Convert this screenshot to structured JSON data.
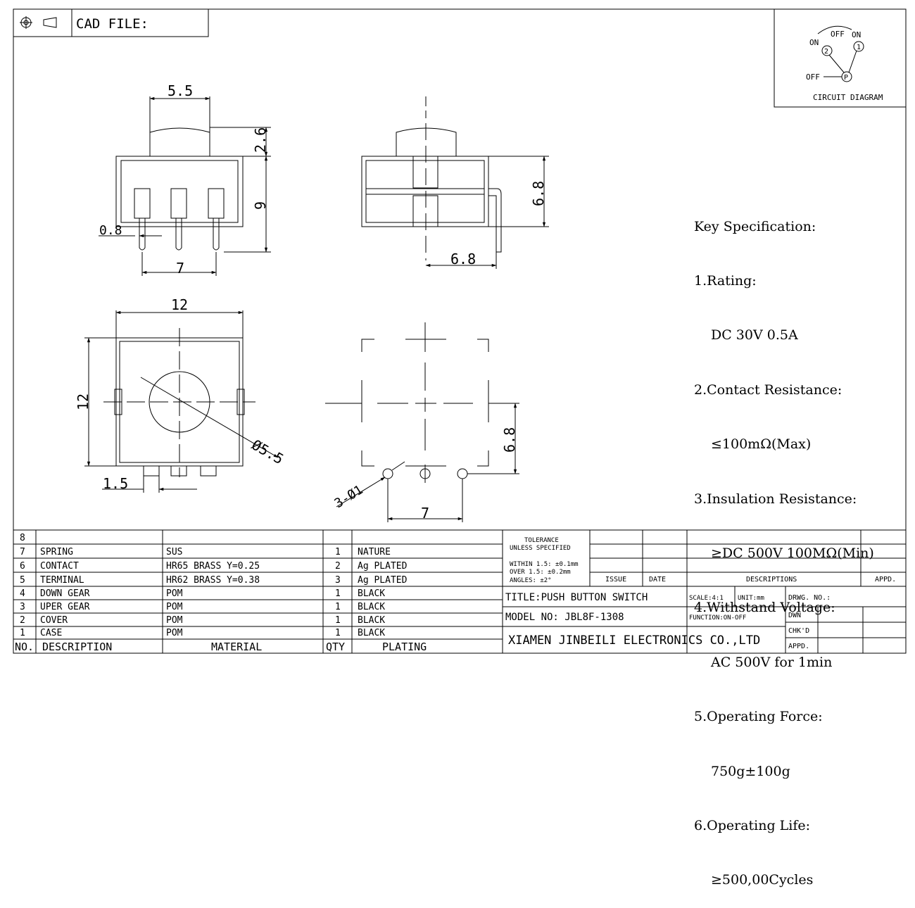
{
  "header": {
    "cad_label": "CAD FILE:"
  },
  "circuit": {
    "title": "CIRCUIT DIAGRAM",
    "on_left": "ON",
    "off_top": "OFF",
    "on_right": "ON",
    "off_left": "OFF",
    "node_1": "1",
    "node_2": "2",
    "node_p": "P"
  },
  "dimensions": {
    "top_width": "5.5",
    "cap_height": "2.6",
    "body_height": "9",
    "pin_width": "0.8",
    "pin_pitch": "7",
    "side_height": "6.8",
    "side_width": "6.8",
    "square_w": "12",
    "square_h": "12",
    "diameter": "Ø5.5",
    "offset": "1.5",
    "holes": "3-Ø1",
    "pcb_height": "6.8",
    "pcb_pitch": "7"
  },
  "specs": {
    "title": "Key Specification:",
    "l1": "1.Rating:",
    "l2": "DC 30V 0.5A",
    "l3": "2.Contact Resistance:",
    "l4": "≤100mΩ(Max)",
    "l5": "3.Insulation Resistance:",
    "l6": "≥DC 500V 100MΩ(Min)",
    "l7": "4.Withstand Voltage:",
    "l8": "AC 500V for 1min",
    "l9": "5.Operating Force:",
    "l10": "750g±100g",
    "l11": "6.Operating Life:",
    "l12": "≥500,00Cycles"
  },
  "bom": {
    "header": {
      "no": "NO.",
      "desc": "DESCRIPTION",
      "material": "MATERIAL",
      "qty": "QTY",
      "plating": "PLATING"
    },
    "rows": [
      {
        "no": "8",
        "desc": "",
        "material": "",
        "qty": "",
        "plating": ""
      },
      {
        "no": "7",
        "desc": "SPRING",
        "material": "SUS",
        "qty": "1",
        "plating": "NATURE"
      },
      {
        "no": "6",
        "desc": "CONTACT",
        "material": "HR65 BRASS Y=0.25",
        "qty": "2",
        "plating": "Ag PLATED"
      },
      {
        "no": "5",
        "desc": "TERMINAL",
        "material": "HR62 BRASS Y=0.38",
        "qty": "3",
        "plating": "Ag PLATED"
      },
      {
        "no": "4",
        "desc": "DOWN GEAR",
        "material": "POM",
        "qty": "1",
        "plating": "BLACK"
      },
      {
        "no": "3",
        "desc": "UPER GEAR",
        "material": "POM",
        "qty": "1",
        "plating": "BLACK"
      },
      {
        "no": "2",
        "desc": "COVER",
        "material": "POM",
        "qty": "1",
        "plating": "BLACK"
      },
      {
        "no": "1",
        "desc": "CASE",
        "material": "POM",
        "qty": "1",
        "plating": "BLACK"
      }
    ]
  },
  "titleblock": {
    "tol1": "TOLERANCE",
    "tol2": "UNLESS SPECIFIED",
    "tol3": "WITHIN 1.5: ±0.1mm",
    "tol4": "OVER 1.5: ±0.2mm",
    "tol5": "ANGLES: ±2°",
    "issue": "ISSUE",
    "date": "DATE",
    "descriptions": "DESCRIPTIONS",
    "appd": "APPD.",
    "title": "TITLE:PUSH BUTTON SWITCH",
    "scale": "SCALE:4:1",
    "unit": "UNIT:mm",
    "drwg": "DRWG. NO.:",
    "model": "MODEL NO: JBL8F-1308",
    "function": "FUNCTION:ON-OFF",
    "dwn": "DWN",
    "chkd": "CHK'D",
    "company": "XIAMEN JINBEILI ELECTRONICS CO.,LTD",
    "appd2": "APPD."
  }
}
